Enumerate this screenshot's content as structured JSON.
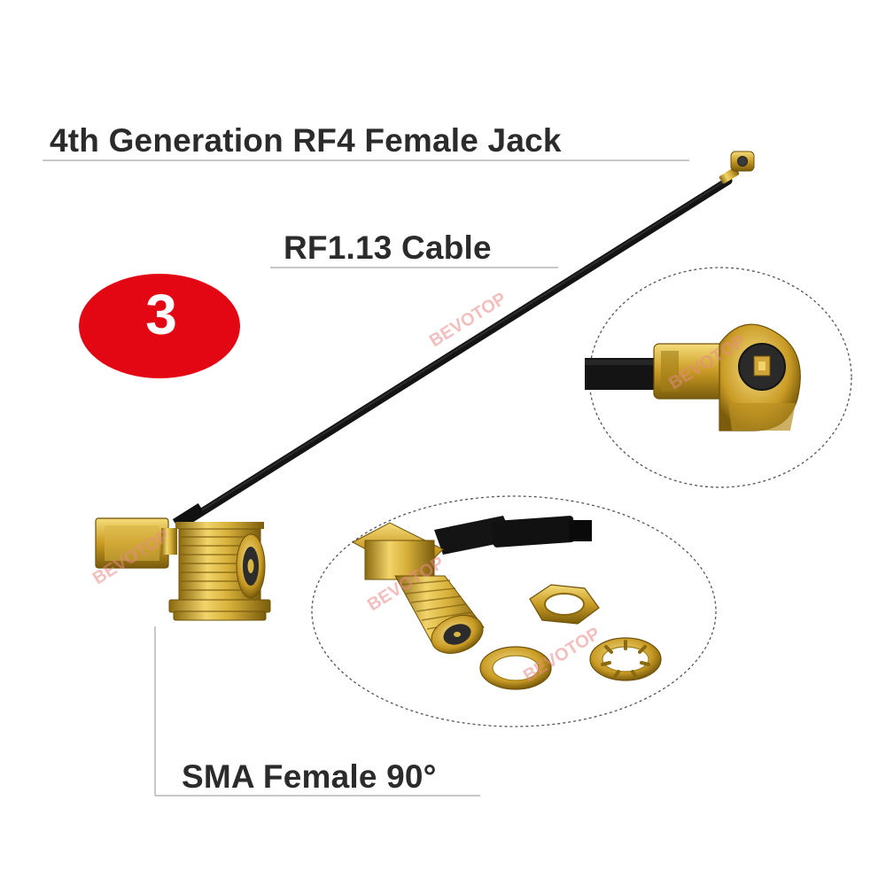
{
  "labels": {
    "connector_top": "4th Generation RF4 Female Jack",
    "cable": "RF1.13 Cable",
    "connector_bottom": "SMA Female 90°"
  },
  "badge": {
    "number": "3",
    "color": "#e30613"
  },
  "watermark": "BEVOTOP",
  "colors": {
    "gold": "#c9a227",
    "gold_dark": "#8a6a10",
    "cable": "#151515",
    "leader_line": "#9a9a9a"
  }
}
